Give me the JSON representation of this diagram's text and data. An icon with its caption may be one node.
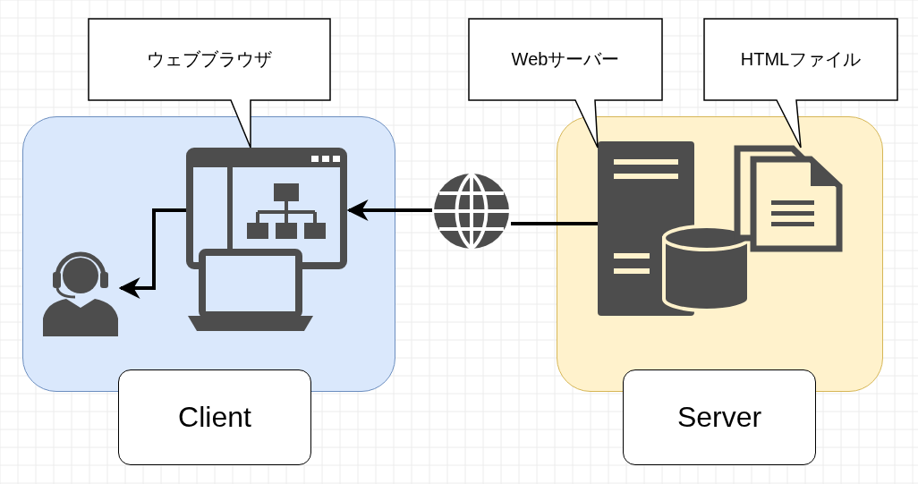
{
  "diagram": {
    "nodes": [
      {
        "text": [],
        "shape": "box"
      },
      {
        "text": [],
        "shape": "picture",
        "in": 0
      },
      {
        "text": [],
        "shape": "person",
        "in": 0
      },
      {
        "text": [
          "ウェブブラウザ"
        ]
      },
      {
        "text": [
          "Client"
        ]
      },
      {
        "text": [],
        "shape": "box"
      },
      {
        "text": [],
        "shape": "picture",
        "in": 5
      },
      {
        "text": [],
        "shape": "cylinder",
        "in": 5
      },
      {
        "text": [],
        "shape": "picture",
        "in": 5
      },
      {
        "text": [
          "Webサーバー"
        ]
      },
      {
        "text": [
          "HTMLファイル"
        ]
      },
      {
        "text": [
          "Server"
        ]
      },
      {
        "text": [],
        "shape": "circle"
      }
    ],
    "edges": [
      {
        "from": 1,
        "to": 2,
        "arrow": "to"
      },
      {
        "from": 6,
        "to": 12,
        "arrow": "none"
      },
      {
        "from": 12,
        "to": 1,
        "arrow": "to"
      }
    ]
  }
}
